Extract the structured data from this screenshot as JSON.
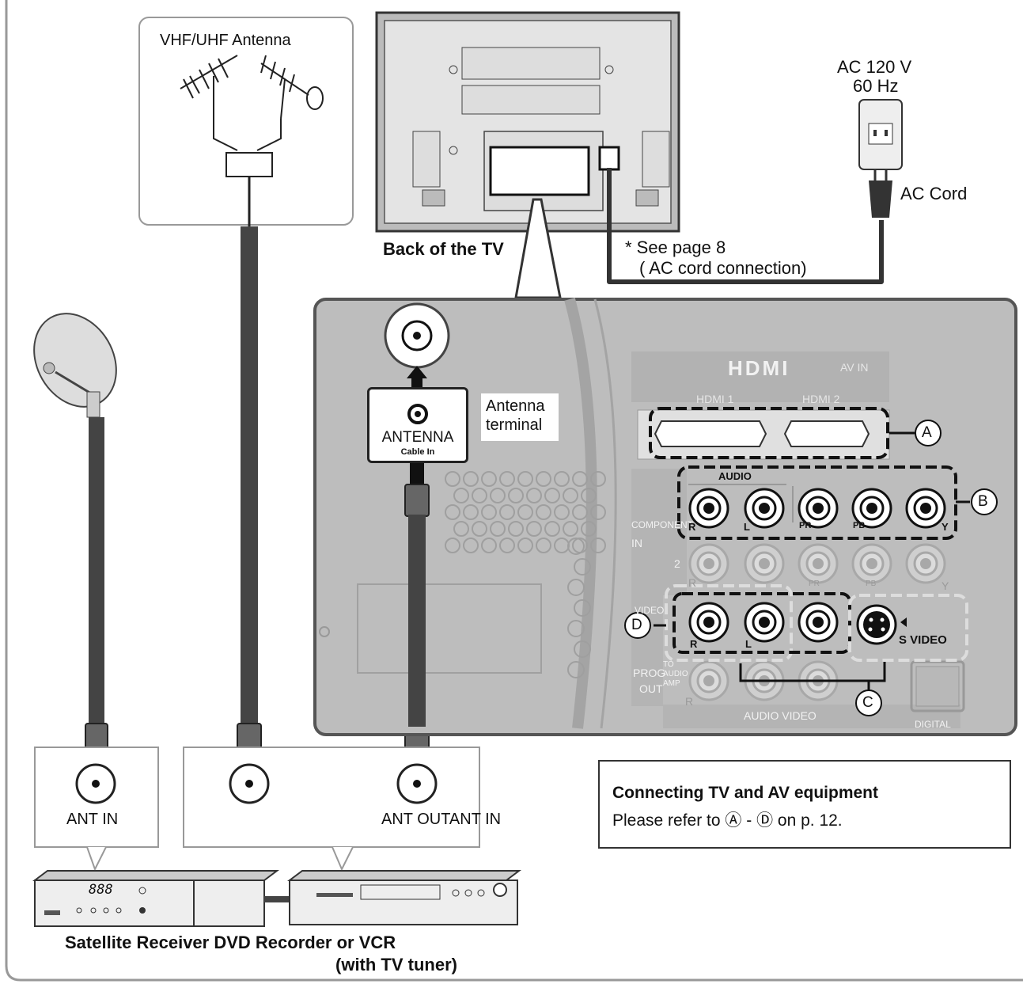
{
  "labels": {
    "vhf_uhf_antenna": "VHF/UHF Antenna",
    "ac_power": "AC 120 V",
    "ac_freq": "60 Hz",
    "ac_cord": "AC Cord",
    "back_of_tv": "Back of the TV",
    "see_page_line1": "*  See page 8",
    "see_page_line2": "( AC cord connection)",
    "antenna_terminal_line1": "Antenna",
    "antenna_terminal_line2": "terminal",
    "antenna": "ANTENNA",
    "cable_in": "Cable  In",
    "ant_in_left": "ANT IN",
    "ant_out_ant_in": "ANT OUTANT IN",
    "satellite_caption": "Satellite Receiver DVD Recorder or VCR",
    "with_tv_tuner": "(with TV tuner)",
    "receiver_display": "888"
  },
  "panel": {
    "hdmi_logo": "HDMI",
    "av_in": "AV IN",
    "hdmi1": "HDMI 1",
    "hdmi2": "HDMI 2",
    "audio": "AUDIO",
    "component_in": "COMPONENT",
    "in": "IN",
    "number_2": "2",
    "r": "R",
    "l": "L",
    "pr": "PR",
    "pb": "PB",
    "y": "Y",
    "video": "VIDEO",
    "s_video": "S VIDEO",
    "prog": "PROG",
    "out": "OUT",
    "to_audio_amp": "TO AUDIO AMP",
    "audio_video": "AUDIO VIDEO",
    "digital": "DIGITAL"
  },
  "markers": {
    "a": "A",
    "b": "B",
    "c": "C",
    "d": "D"
  },
  "reference": {
    "title": "Connecting TV and AV equipment",
    "text": "Please refer to Ⓐ -  Ⓓ  on p. 12."
  }
}
